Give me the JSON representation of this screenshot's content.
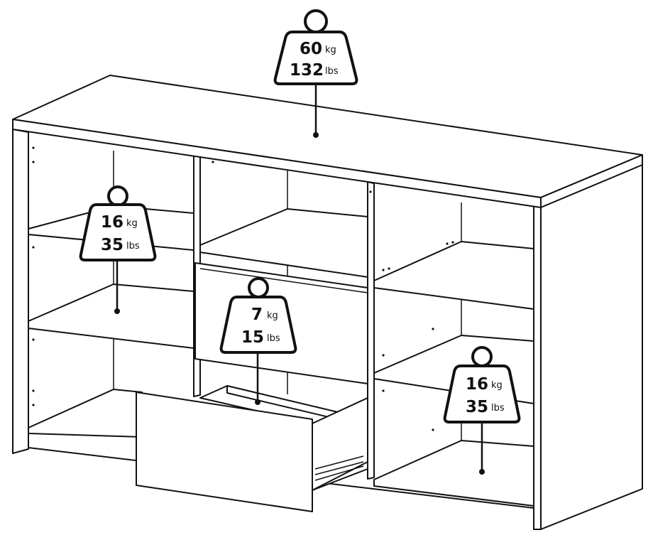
{
  "diagram": {
    "weights": [
      {
        "id": "top",
        "value": "60",
        "unit": "kg",
        "value2": "132",
        "unit2": "lbs"
      },
      {
        "id": "left-shelf",
        "value": "16",
        "unit": "kg",
        "value2": "35",
        "unit2": "lbs"
      },
      {
        "id": "drawer",
        "value": "7",
        "unit": "kg",
        "value2": "15",
        "unit2": "lbs"
      },
      {
        "id": "right-shelf",
        "value": "16",
        "unit": "kg",
        "value2": "35",
        "unit2": "lbs"
      }
    ]
  }
}
